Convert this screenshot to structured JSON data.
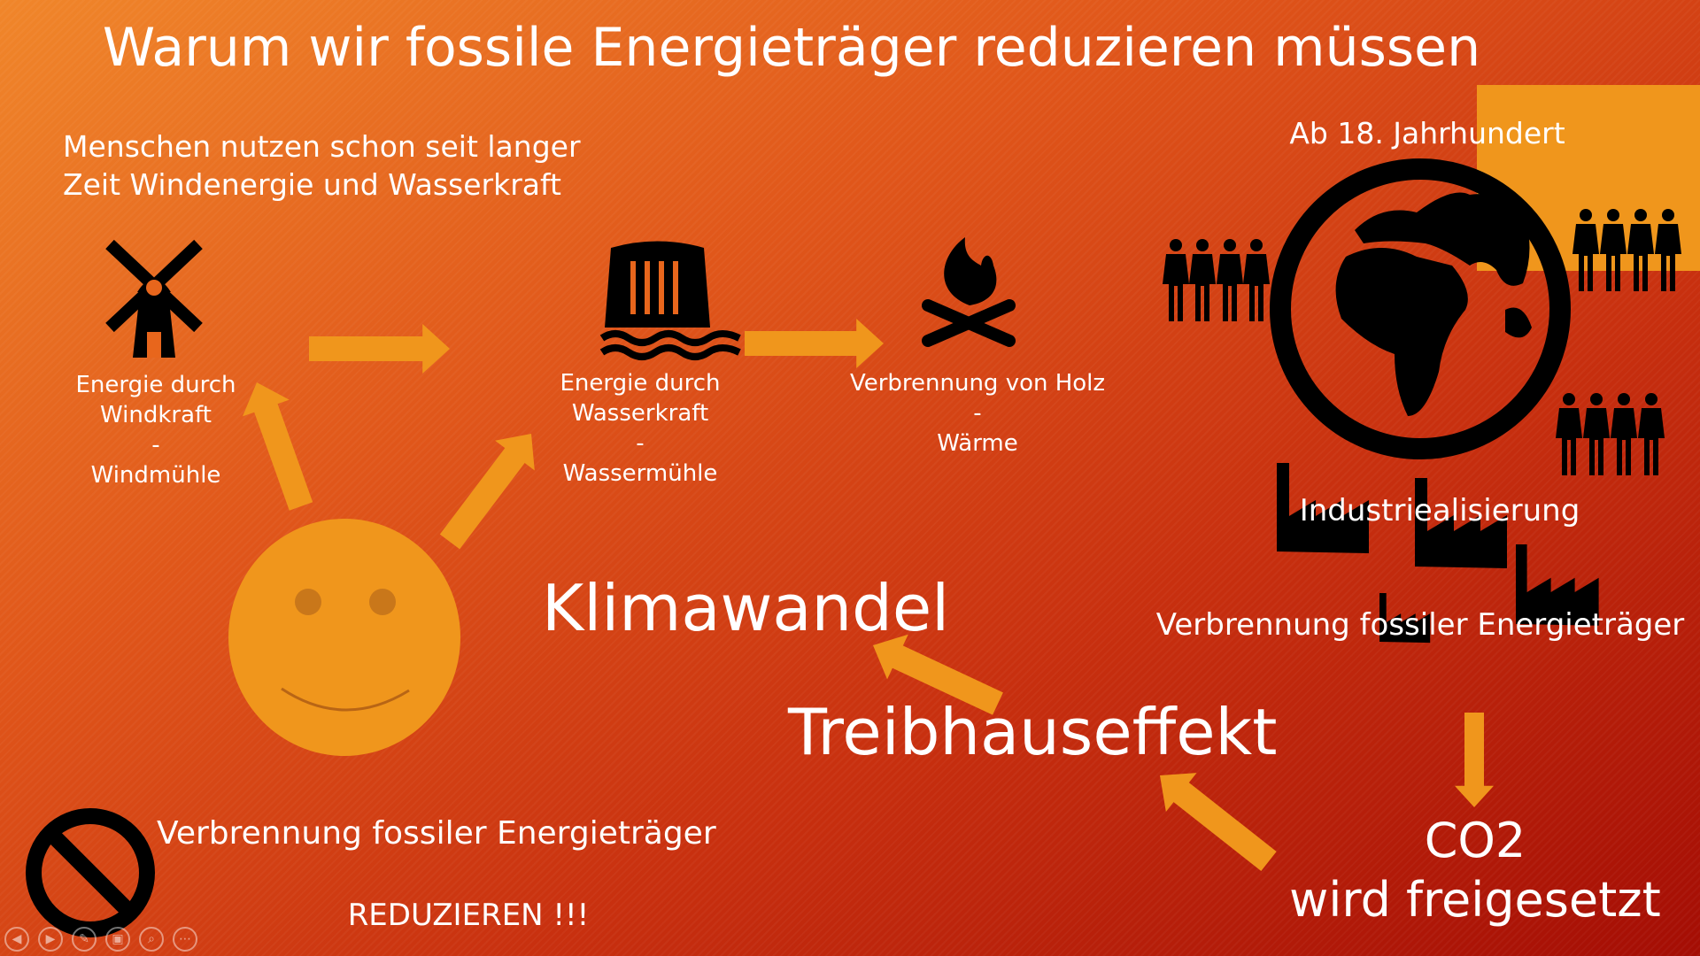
{
  "slide": {
    "title": "Warum wir fossile Energieträger reduzieren müssen",
    "intro_line1": "Menschen nutzen schon seit langer",
    "intro_line2": "Zeit Windenergie und Wasserkraft",
    "wind": [
      "Energie durch",
      "Windkraft",
      "-",
      "Windmühle"
    ],
    "water": [
      "Energie durch",
      "Wasserkraft",
      "-",
      "Wassermühle"
    ],
    "wood": [
      "Verbrennung von Holz",
      "-",
      "Wärme"
    ],
    "era": "Ab 18. Jahrhundert",
    "industry": "Industriealisierung",
    "fossil_burn": "Verbrennung fossiler Energieträger",
    "climate": "Klimawandel",
    "greenhouse": "Treibhauseffekt",
    "co2_line1": "CO2",
    "co2_line2": "wird freigesetzt",
    "bottom_fossil": "Verbrennung fossiler Energieträger",
    "reduce": "REDUZIEREN !!!"
  },
  "colors": {
    "accent": "#f0961c",
    "icon": "#000000"
  },
  "controls": [
    "previous",
    "next",
    "pen",
    "slides",
    "zoom",
    "more"
  ]
}
